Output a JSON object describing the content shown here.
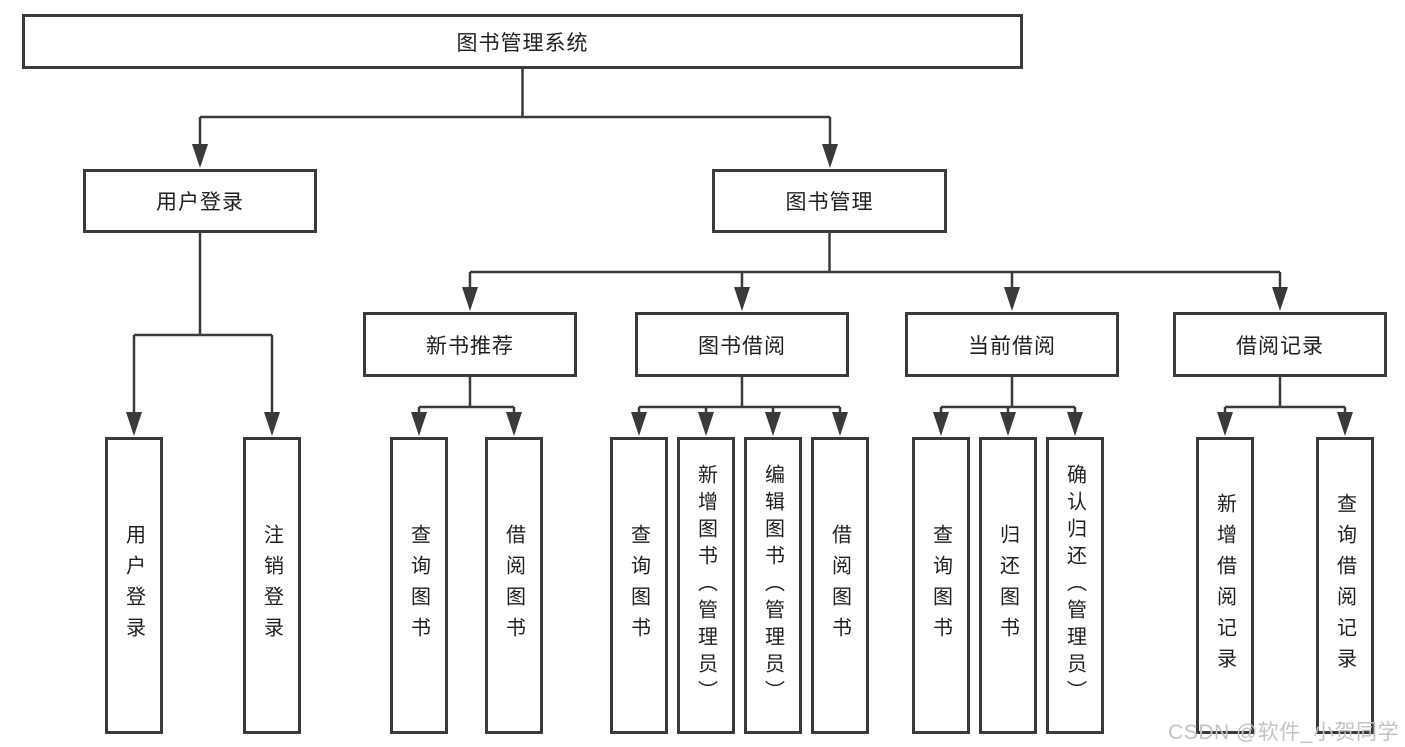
{
  "tree": {
    "root": {
      "label": "图书管理系统"
    },
    "branches": [
      {
        "label": "用户登录",
        "children": [
          {
            "label": "用户登录"
          },
          {
            "label": "注销登录"
          }
        ]
      },
      {
        "label": "图书管理",
        "children": [
          {
            "label": "新书推荐",
            "children": [
              {
                "label": "查询图书"
              },
              {
                "label": "借阅图书"
              }
            ]
          },
          {
            "label": "图书借阅",
            "children": [
              {
                "label": "查询图书"
              },
              {
                "label": "新增图书（管理员）"
              },
              {
                "label": "编辑图书（管理员）"
              },
              {
                "label": "借阅图书"
              }
            ]
          },
          {
            "label": "当前借阅",
            "children": [
              {
                "label": "查询图书"
              },
              {
                "label": "归还图书"
              },
              {
                "label": "确认归还（管理员）"
              }
            ]
          },
          {
            "label": "借阅记录",
            "children": [
              {
                "label": "新增借阅记录"
              },
              {
                "label": "查询借阅记录"
              }
            ]
          }
        ]
      }
    ]
  },
  "watermark": {
    "text": "CSDN @软件_小贺同学",
    "color": "#c3c3c3"
  },
  "colors": {
    "line": "#3a3a3a",
    "text": "#1f1f1f",
    "background": "#ffffff"
  }
}
